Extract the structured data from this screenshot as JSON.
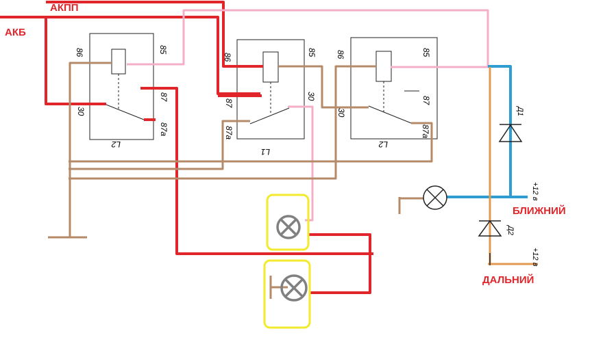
{
  "labels": {
    "akpp": "АКПП",
    "akb": "АКБ",
    "blizhniy": "БЛИЖНИЙ",
    "dalniy": "ДАЛЬНИЙ",
    "plus12_1": "+12 в",
    "plus12_2": "+12 в",
    "d1": "Д1",
    "d2": "Д2"
  },
  "relays": [
    {
      "name": "L2",
      "pins": {
        "p86": "86",
        "p85": "85",
        "p30": "30",
        "p87": "87",
        "p87a": "87a"
      }
    },
    {
      "name": "L1",
      "pins": {
        "p86": "86",
        "p85": "85",
        "p30": "30",
        "p87": "87",
        "p87a": "87a"
      }
    },
    {
      "name": "L2",
      "pins": {
        "p86": "86",
        "p85": "85",
        "p30": "30",
        "p87": "87",
        "p87a": "87a"
      }
    }
  ],
  "colors": {
    "red": "#e0262b",
    "pink": "#f4afc8",
    "brown": "#b48a68",
    "blue": "#2d9dd2",
    "orange": "#e39a50",
    "yellow": "#f2ea2c",
    "lamp_gray": "#808080"
  }
}
